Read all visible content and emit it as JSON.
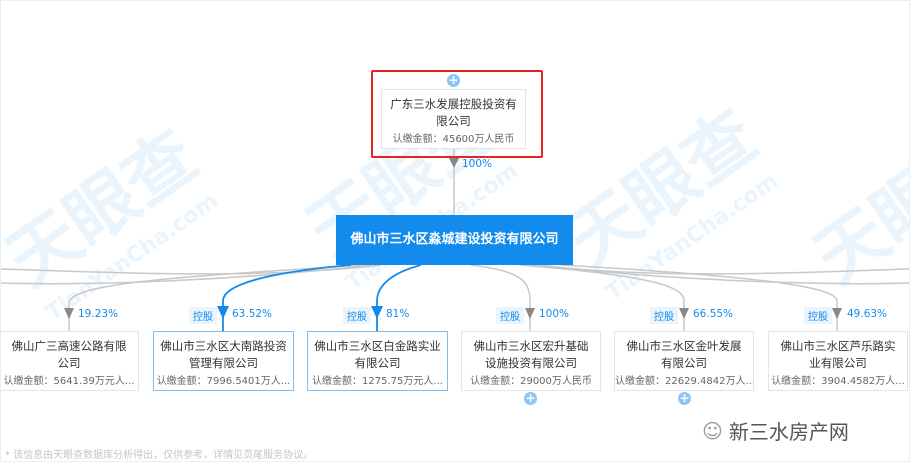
{
  "top_node": {
    "name": "广东三水发展控股投资有限公司",
    "amount": "认缴金额：45600万人民币",
    "percent": "100%"
  },
  "main_node": {
    "name": "佛山市三水区淼城建设投资有限公司"
  },
  "children": [
    {
      "name": "佛山广三高速公路有限公司",
      "amount": "认缴金额：5641.39万元人...",
      "percent": "19.23%",
      "tag": ""
    },
    {
      "name": "佛山市三水区大南路投资管理有限公司",
      "amount": "认缴金额：7996.5401万人...",
      "percent": "63.52%",
      "tag": "控股"
    },
    {
      "name": "佛山市三水区白金路实业有限公司",
      "amount": "认缴金额：1275.75万元人...",
      "percent": "81%",
      "tag": "控股"
    },
    {
      "name": "佛山市三水区宏升基础设施投资有限公司",
      "amount": "认缴金额：29000万人民币",
      "percent": "100%",
      "tag": "控股"
    },
    {
      "name": "佛山市三水区金叶发展有限公司",
      "amount": "认缴金额：22629.4842万人...",
      "percent": "66.55%",
      "tag": "控股"
    },
    {
      "name": "佛山市三水区芦乐路实业有限公司",
      "amount": "认缴金额：3904.4582万人...",
      "percent": "49.63%",
      "tag": "控股"
    }
  ],
  "watermark": {
    "text": "天眼查",
    "sub": "TianYanCha.com"
  },
  "footer": "* 该信息由天眼查数据库分析得出，仅供参考，详情见页尾服务协议。",
  "brand": "新三水房产网",
  "colors": {
    "accent": "#128bed",
    "highlight": "#e8231f"
  }
}
